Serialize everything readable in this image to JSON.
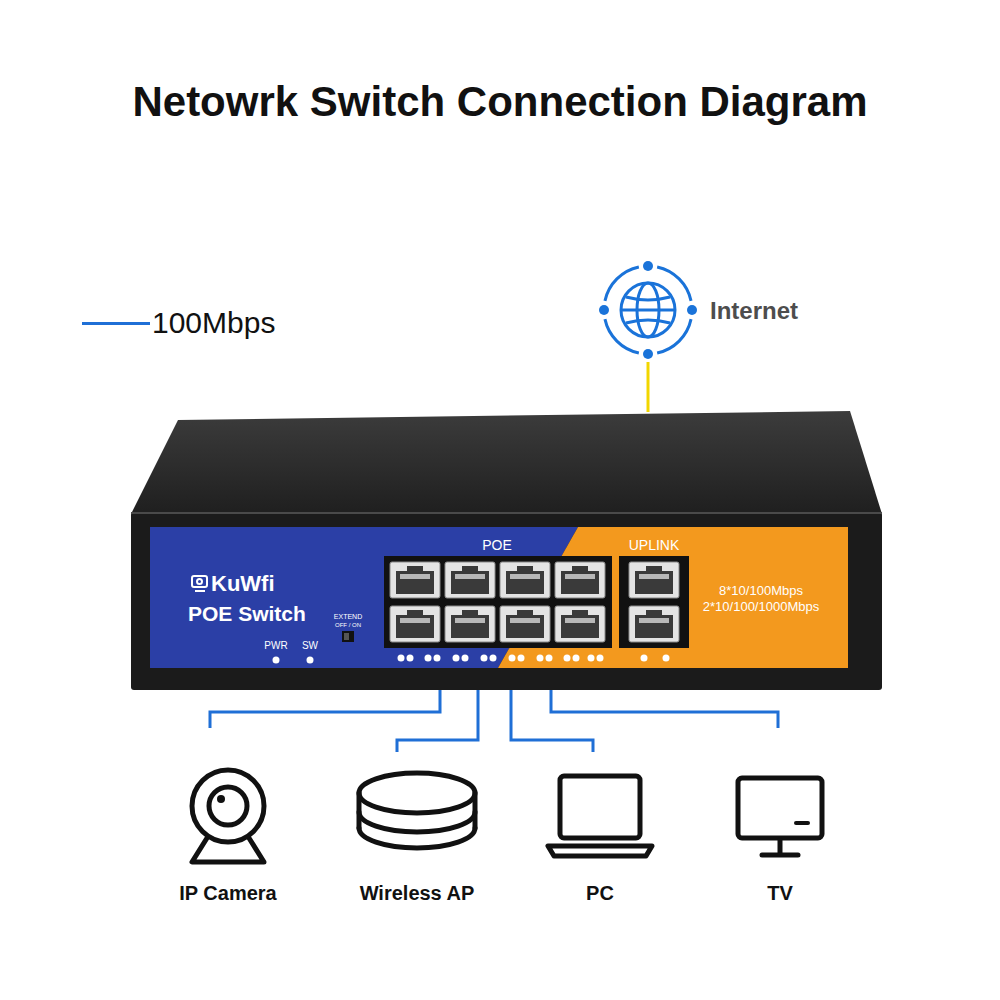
{
  "diagram": {
    "title": "Netowrk Switch Connection Diagram",
    "nodes": [
      {
        "text": [
          "Internet"
        ]
      },
      {
        "text": [
          "KuWfi",
          "POE Switch"
        ]
      },
      {
        "text": [
          "IP Camera"
        ]
      },
      {
        "text": [
          "Wireless AP"
        ]
      },
      {
        "text": [
          "PC"
        ]
      },
      {
        "text": [
          "TV"
        ]
      }
    ],
    "edges": [
      {
        "from": 0,
        "to": 1,
        "arrow": "none"
      },
      {
        "from": 1,
        "to": 2,
        "arrow": "none"
      },
      {
        "from": 1,
        "to": 3,
        "arrow": "none"
      },
      {
        "from": 1,
        "to": 4,
        "arrow": "none"
      },
      {
        "from": 1,
        "to": 5,
        "arrow": "none"
      }
    ],
    "labels": [
      "PWR",
      "SW",
      "EXTEND",
      "OFF / ON",
      "POE",
      "UPLINK",
      "8*10/100Mbps",
      "2*10/100/1000Mbps"
    ],
    "legend": [
      {
        "text": "100Mbps"
      }
    ]
  }
}
